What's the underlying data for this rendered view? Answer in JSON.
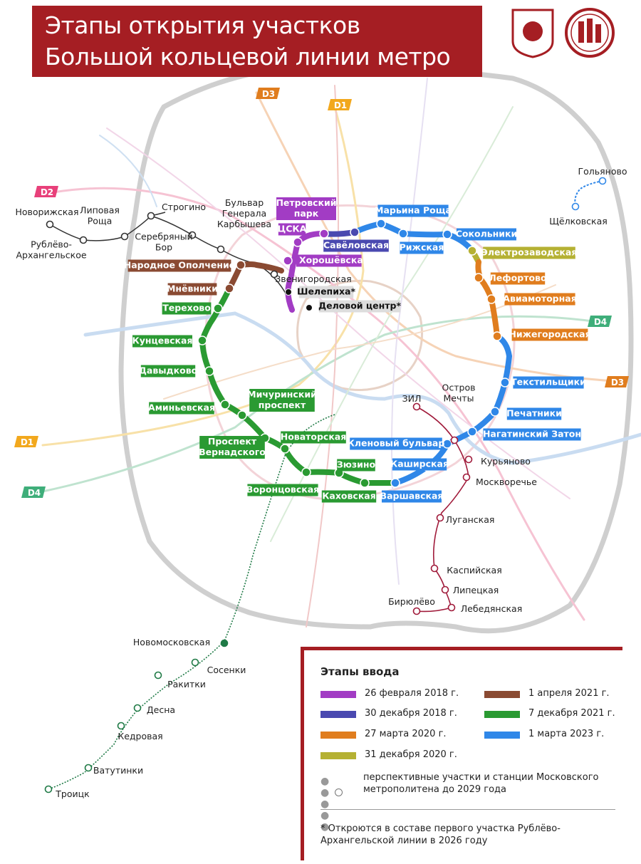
{
  "title": {
    "line1": "Этапы открытия участков",
    "line2": "Большой кольцевой линии метро"
  },
  "colors": {
    "brand": "#a51e23",
    "stage_2018_feb": "#a23cc4",
    "stage_2018_dec": "#4a49b0",
    "stage_2020_mar": "#e07d1e",
    "stage_2020_dec": "#b5b133",
    "stage_2021_apr": "#8a4a32",
    "stage_2021_dec": "#2a9a32",
    "stage_2023_mar": "#2f87e8",
    "raspberry_line": "#a01a3a",
    "troitskaya_line": "#1f7a46"
  },
  "rail_badges": [
    {
      "label": "D3",
      "color": "#e07d1e"
    },
    {
      "label": "D1",
      "color": "#f2a81d"
    },
    {
      "label": "D2",
      "color": "#e8407a"
    },
    {
      "label": "D4",
      "color": "#3fae7a"
    },
    {
      "label": "D3",
      "color": "#e07d1e"
    },
    {
      "label": "D1",
      "color": "#f2a81d"
    },
    {
      "label": "D4",
      "color": "#3fae7a"
    }
  ],
  "bkl_stations": [
    {
      "name": "Петровский\nпарк",
      "color": "#a23cc4",
      "style": "box"
    },
    {
      "name": "ЦСКА",
      "color": "#a23cc4",
      "style": "box"
    },
    {
      "name": "Хорошёвская",
      "color": "#a23cc4",
      "style": "box"
    },
    {
      "name": "Савёловская",
      "color": "#4a49b0",
      "style": "box"
    },
    {
      "name": "Марьина Роща",
      "color": "#2f87e8",
      "style": "box"
    },
    {
      "name": "Рижская",
      "color": "#2f87e8",
      "style": "box"
    },
    {
      "name": "Сокольники",
      "color": "#2f87e8",
      "style": "box"
    },
    {
      "name": "Электрозаводская",
      "color": "#b5b133",
      "style": "box"
    },
    {
      "name": "Лефортово",
      "color": "#e07d1e",
      "style": "box"
    },
    {
      "name": "Авиамоторная",
      "color": "#e07d1e",
      "style": "box"
    },
    {
      "name": "Нижегородская",
      "color": "#e07d1e",
      "style": "box"
    },
    {
      "name": "Текстильщики",
      "color": "#2f87e8",
      "style": "box"
    },
    {
      "name": "Печатники",
      "color": "#2f87e8",
      "style": "box"
    },
    {
      "name": "Нагатинский Затон",
      "color": "#2f87e8",
      "style": "box"
    },
    {
      "name": "Кленовый бульвар",
      "color": "#2f87e8",
      "style": "box"
    },
    {
      "name": "Каширская",
      "color": "#2f87e8",
      "style": "box"
    },
    {
      "name": "Варшавская",
      "color": "#2f87e8",
      "style": "box"
    },
    {
      "name": "Зюзино",
      "color": "#2a9a32",
      "style": "box"
    },
    {
      "name": "Каховская",
      "color": "#2a9a32",
      "style": "box"
    },
    {
      "name": "Новаторская",
      "color": "#2a9a32",
      "style": "box"
    },
    {
      "name": "Воронцовская",
      "color": "#2a9a32",
      "style": "box"
    },
    {
      "name": "Проспект\nВернадского",
      "color": "#2a9a32",
      "style": "box"
    },
    {
      "name": "Мичуринский\nпроспект",
      "color": "#2a9a32",
      "style": "box"
    },
    {
      "name": "Аминьевская",
      "color": "#2a9a32",
      "style": "box"
    },
    {
      "name": "Давыдково",
      "color": "#2a9a32",
      "style": "box"
    },
    {
      "name": "Кунцевская",
      "color": "#2a9a32",
      "style": "box"
    },
    {
      "name": "Терехово",
      "color": "#2a9a32",
      "style": "box"
    },
    {
      "name": "Мнёвники",
      "color": "#8a4a32",
      "style": "box"
    },
    {
      "name": "Народное Ополчение",
      "color": "#8a4a32",
      "style": "box"
    },
    {
      "name": "Шелепиха*",
      "color": "#dddddd",
      "style": "greybox"
    },
    {
      "name": "Деловой центр*",
      "color": "#dddddd",
      "style": "greybox"
    }
  ],
  "plain_stations": [
    {
      "name": "Новорижская"
    },
    {
      "name": "Липовая\nРоща"
    },
    {
      "name": "Строгино"
    },
    {
      "name": "Рублёво-\nАрхангельское"
    },
    {
      "name": "Серебряный\nБор"
    },
    {
      "name": "Бульвар\nГенерала\nКарбышева"
    },
    {
      "name": "Звенигородская"
    },
    {
      "name": "Гольяново"
    },
    {
      "name": "Щёлковская"
    },
    {
      "name": "ЗИЛ"
    },
    {
      "name": "Остров\nМечты"
    },
    {
      "name": "Курьяново"
    },
    {
      "name": "Москворечье"
    },
    {
      "name": "Луганская"
    },
    {
      "name": "Каспийская"
    },
    {
      "name": "Липецкая"
    },
    {
      "name": "Бирюлёво"
    },
    {
      "name": "Лебедянская"
    },
    {
      "name": "Новомосковская"
    },
    {
      "name": "Сосенки"
    },
    {
      "name": "Ракитки"
    },
    {
      "name": "Десна"
    },
    {
      "name": "Кедровая"
    },
    {
      "name": "Ватутинки"
    },
    {
      "name": "Троицк"
    }
  ],
  "legend": {
    "title": "Этапы ввода",
    "items": [
      {
        "label": "26 февраля 2018 г.",
        "color": "#a23cc4"
      },
      {
        "label": "30 декабря 2018 г.",
        "color": "#4a49b0"
      },
      {
        "label": "27 марта 2020 г.",
        "color": "#e07d1e"
      },
      {
        "label": "31 декабря 2020 г.",
        "color": "#b5b133"
      },
      {
        "label": "1 апреля 2021 г.",
        "color": "#8a4a32"
      },
      {
        "label": "7 декабря 2021 г.",
        "color": "#2a9a32"
      },
      {
        "label": "1 марта 2023 г.",
        "color": "#2f87e8"
      }
    ],
    "perspective": "перспективные участки и станции Московского метрополитена до 2029 года",
    "note": "* Откроются в составе первого участка Рублёво-Архангельской линии в 2026 году"
  }
}
